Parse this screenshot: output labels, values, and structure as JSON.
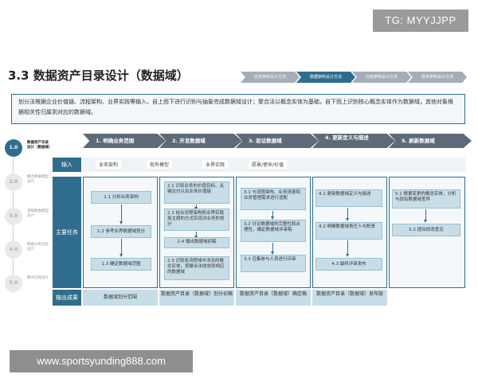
{
  "watermark_top": "TG: MYYJJPP",
  "watermark_bottom": "www.sportsyunding888.com",
  "title": "3.3 数据资产目录设计（数据域）",
  "breadcrumbs": [
    {
      "label": "业务架构设计方法",
      "active": false
    },
    {
      "label": "数据架构设计方法",
      "active": true
    },
    {
      "label": "应用架构设计方法",
      "active": false
    },
    {
      "label": "技术架构设计方法",
      "active": false
    }
  ],
  "intro": "划分法根据企业价值链、流程架构、业界实践等输入，自上而下进行识别与抽象完成数据域设计；聚合法以概念实体为基础，自下而上识别核心概念实体作为数据域，其他对象根据相关性归属到对应的数据域。",
  "steps": [
    {
      "num": "1.0",
      "label": "数据资产目录设计（数据域）",
      "active": true
    },
    {
      "num": "2.0",
      "label": "概念数据模型设计",
      "active": false
    },
    {
      "num": "3.0",
      "label": "逻辑数据模型设计",
      "active": false
    },
    {
      "num": "4.0",
      "label": "数据分布流程设计",
      "active": false
    },
    {
      "num": "5.0",
      "label": "整体流程设计",
      "active": false
    }
  ],
  "phases": [
    "1. 明确业务范围",
    "2. 开发数据域",
    "3. 验证数据域",
    "4. 更新定义与描述",
    "5. 刷新数据域"
  ],
  "row_labels": {
    "input": "输入",
    "tasks": "主要任务",
    "output": "输出成果"
  },
  "inputs": [
    "业务架构",
    "现有模型",
    "业界实践",
    "愿景/使命/价值"
  ],
  "tasks": {
    "c1": [
      "1.1 分析业务架构",
      "1.2 参考业界数据域划分",
      "1.3 确定数据域范围"
    ],
    "c2": [
      "2.1 识别业务的价值目标、关键交付以及业务价值链",
      "2.2 结合流程架构和业界实践按主题的方式实现对业务的划分",
      "2.4 输出数据域初稿",
      "2.3 识别各流程域中涉及的概念实体，按聚合法收敛到相应的数据域"
    ],
    "c3": [
      "3.1 与流程架构、业务场景和业务管理需求进行适配",
      "3.2 讨论数据域的完整性和合理性，确定数据域评审稿",
      "3.3 召集参与人员进行评审"
    ],
    "c4": [
      "4.1 更新数据域定义与描述",
      "4.2 明确数据域责任人与职责",
      "4.3 最终评审发布"
    ],
    "c5": [
      "5.1 根据变更的概念实体，分析与现有数据域差异",
      "5.2 提出修改意见"
    ]
  },
  "outputs": [
    "数据域划分范围",
    "数据资产目录（数据域）划分初稿",
    "数据资产目录（数据域）确定稿",
    "数据资产目录（数据域）发布版"
  ]
}
